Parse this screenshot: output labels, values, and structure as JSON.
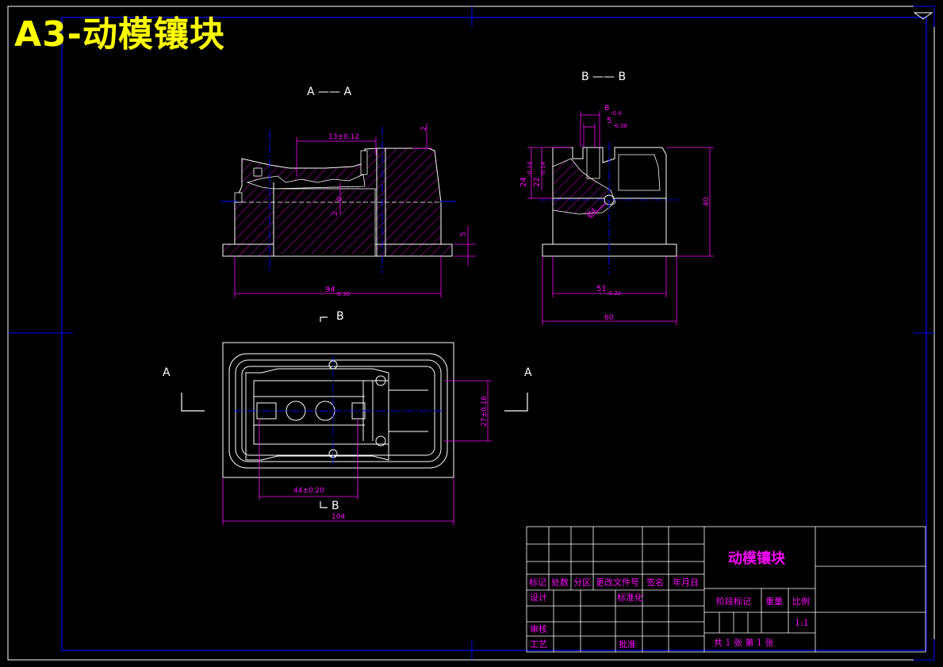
{
  "drawing_title": "A3-动模镶块",
  "views": {
    "section_aa": "A —— A",
    "section_bb": "B —— B",
    "cut_b_top": "B",
    "cut_b_bottom": "B",
    "cut_a_left": "A",
    "cut_a_right": "A"
  },
  "dimensions": {
    "d13": "13±0.12",
    "d2": "2",
    "d2b": "2",
    "d5": "5",
    "d94": "94",
    "d94_tol": "-0.30",
    "d0a": "0",
    "d8": "8",
    "d8_tol": "-0.4",
    "d5b": "5",
    "d5b_tol": "-0.08",
    "d24": "24",
    "d24_tol": "-0.14",
    "d22": "22",
    "d22_tol": "-0.14",
    "d40": "40",
    "d51": "51",
    "d51_tol": "-0.22",
    "d60": "60",
    "d04": "Ø4",
    "d27": "27±0.16",
    "d44": "44±0.20",
    "d104": "104"
  },
  "title_block": {
    "part_name": "动模镶块",
    "row_labels": [
      "标记",
      "处数",
      "分区",
      "更改文件号",
      "签名",
      "年月日"
    ],
    "design": "设计",
    "standardize": "标准化",
    "review": "审核",
    "process": "工艺",
    "approve": "批准",
    "stage_mark": "阶段标记",
    "weight": "重量",
    "scale": "比例",
    "scale_value": "1:1",
    "sheets": "共 1  张  第 1 张"
  },
  "colors": {
    "background": "#000000",
    "frame": "#0000ff",
    "lines": "#ffffff",
    "dimensions": "#ff00ff",
    "hatch": "#ff00ff",
    "title": "#ffff00",
    "centerline": "#0000ff"
  }
}
